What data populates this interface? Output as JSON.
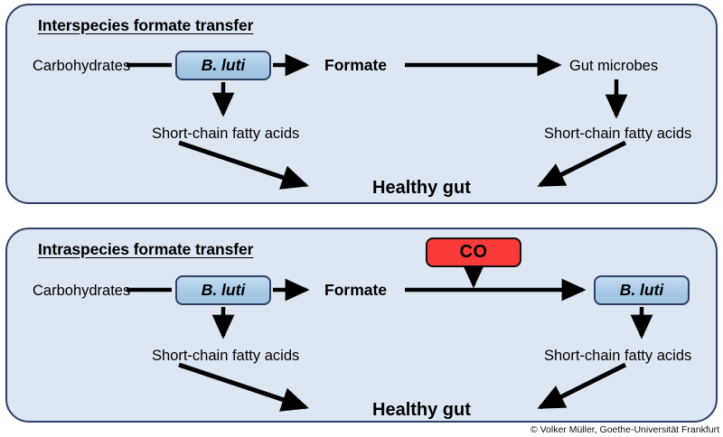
{
  "figure": {
    "credit": "© Volker Müller, Goethe-Universität Frankfurt",
    "colors": {
      "panel_fill": "#dde7f3",
      "panel_border": "#2e3f66",
      "organism_box_fill": "#a8c9e6",
      "organism_box_border": "#2e3f66",
      "co_box_fill": "#fb3b39",
      "co_box_border": "#111111",
      "arrow": "#000000",
      "page_background": "#ffffff"
    }
  },
  "panels": [
    {
      "id": "interspecies",
      "title": "Interspecies formate transfer",
      "nodes": {
        "substrate": "Carbohydrates",
        "organism": "B. luti",
        "product_left": "Short-chain fatty acids",
        "intermediate": "Formate",
        "partner": "Gut microbes",
        "product_right": "Short-chain fatty acids",
        "outcome": "Healthy gut"
      }
    },
    {
      "id": "intraspecies",
      "title": "Intraspecies formate transfer",
      "nodes": {
        "substrate": "Carbohydrates",
        "organism": "B. luti",
        "product_left": "Short-chain fatty acids",
        "intermediate": "Formate",
        "inhibitor": "CO",
        "organism_right": "B. luti",
        "product_right": "Short-chain fatty acids",
        "outcome": "Healthy gut"
      }
    }
  ]
}
